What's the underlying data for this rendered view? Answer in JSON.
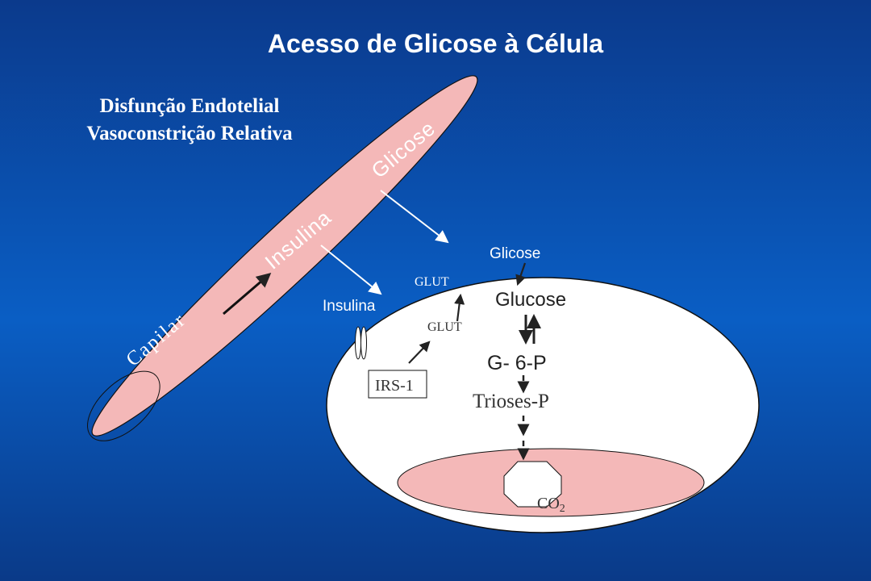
{
  "title": "Acesso de Glicose à Célula",
  "subtitle": {
    "line1": "Disfunção Endotelial",
    "line2": "Vasoconstrição Relativa"
  },
  "labels": {
    "capilar": "Capilar",
    "insulina_vessel": "Insulina",
    "glicose_vessel": "Glicose",
    "glicose_outside": "Glicose",
    "insulina_outside": "Insulina",
    "glut_outside": "GLUT",
    "glut_inside": "GLUT",
    "irs1": "IRS-1",
    "glucose": "Glucose",
    "g6p": "G- 6-P",
    "trioses": "Trioses-P",
    "co2_main": "CO",
    "co2_sub": "2"
  },
  "colors": {
    "background_top": "#0b3a8c",
    "background_mid": "#0a5ec4",
    "vessel_fill": "#f4b8b8",
    "cell_fill": "#ffffff",
    "mitochondrion_fill": "#f4b8b8",
    "text_light": "#ffffff",
    "text_dark": "#222222"
  }
}
